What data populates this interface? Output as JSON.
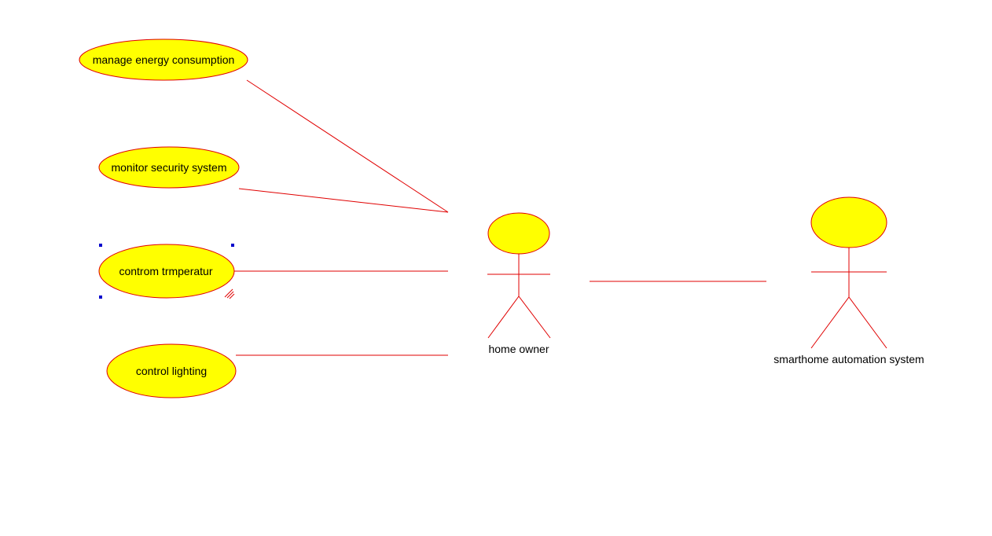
{
  "diagram": {
    "type": "use-case",
    "colors": {
      "stroke": "#e00000",
      "fill": "#ffff00",
      "text": "#000000",
      "selection_handle": "#0000cc",
      "background": "#ffffff"
    },
    "use_cases": [
      {
        "id": "uc1",
        "label": "manage energy consumption"
      },
      {
        "id": "uc2",
        "label": "monitor security system"
      },
      {
        "id": "uc3",
        "label": "controm trmperatur",
        "selected": true
      },
      {
        "id": "uc4",
        "label": "control lighting"
      }
    ],
    "actors": [
      {
        "id": "home-owner",
        "label": "home owner"
      },
      {
        "id": "smarthome-system",
        "label": "smarthome automation system"
      }
    ],
    "associations": [
      {
        "from": "uc1",
        "to": "home-owner"
      },
      {
        "from": "uc2",
        "to": "home-owner"
      },
      {
        "from": "uc3",
        "to": "home-owner"
      },
      {
        "from": "uc4",
        "to": "home-owner"
      },
      {
        "from": "home-owner",
        "to": "smarthome-system"
      }
    ]
  }
}
